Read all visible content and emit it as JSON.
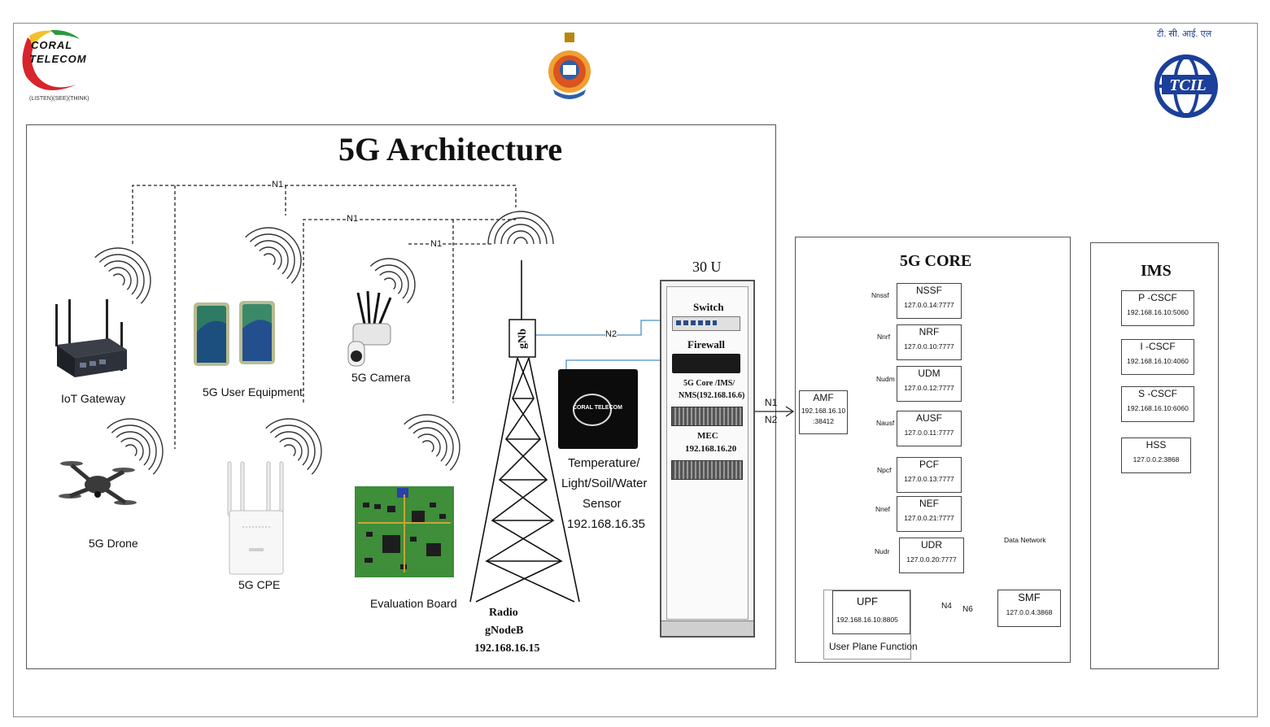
{
  "logos": {
    "coral": {
      "line1": "CORAL",
      "line2": "TELECOM",
      "tagline": "(LISTEN)(SEE)(THINK)"
    },
    "tcil": {
      "hindi": "टी. सी. आई. एल"
    }
  },
  "architecture": {
    "title": "5G Architecture",
    "links": {
      "n1": "N1",
      "n2": "N2"
    },
    "devices": {
      "iot_gateway": "IoT Gateway",
      "ue": "5G User Equipment",
      "camera": "5G Camera",
      "drone": "5G Drone",
      "cpe": "5G CPE",
      "eval_board": "Evaluation Board",
      "sensor": {
        "line1": "Temperature/",
        "line2": "Light/Soil/Water",
        "line3": "Sensor",
        "ip": "192.168.16.35"
      },
      "sensor_box_text": "CORAL TELECOM"
    },
    "gnb": {
      "label": "gNb",
      "line1": "Radio",
      "line2": "gNodeB",
      "ip": "192.168.16.15"
    },
    "rack": {
      "title": "30 U",
      "switch": "Switch",
      "firewall": "Firewall",
      "core_line1": "5G Core /IMS/",
      "core_line2": "NMS(192.168.16.6)",
      "mec_line1": "MEC",
      "mec_line2": "192.168.16.20"
    }
  },
  "core": {
    "title": "5G CORE",
    "amf": {
      "name": "AMF",
      "ip": "192.168.16.10",
      "port": ":38412"
    },
    "n1": "N1",
    "n2": "N2",
    "functions": [
      {
        "iface": "Nnssf",
        "name": "NSSF",
        "ip": "127.0.0.14:7777"
      },
      {
        "iface": "Nnrf",
        "name": "NRF",
        "ip": "127.0.0.10:7777"
      },
      {
        "iface": "Nudm",
        "name": "UDM",
        "ip": "127.0.0.12:7777"
      },
      {
        "iface": "Nausf",
        "name": "AUSF",
        "ip": "127.0.0.11:7777"
      },
      {
        "iface": "Npcf",
        "name": "PCF",
        "ip": "127.0.0.13:7777"
      },
      {
        "iface": "Nnef",
        "name": "NEF",
        "ip": "127.0.0.21:7777"
      },
      {
        "iface": "Nudr",
        "name": "UDR",
        "ip": "127.0.0.20:7777"
      }
    ],
    "upf": {
      "name": "UPF",
      "ip": "192.168.16.10:8805",
      "caption": "User Plane Function"
    },
    "smf": {
      "name": "SMF",
      "ip": "127.0.0.4:3868"
    },
    "n4": "N4",
    "n6": "N6",
    "data_network": "Data Network"
  },
  "ims": {
    "title": "IMS",
    "functions": [
      {
        "name": "P -CSCF",
        "ip": "192.168.16.10:5060"
      },
      {
        "name": "I -CSCF",
        "ip": "192.168.16.10:4060"
      },
      {
        "name": "S -CSCF",
        "ip": "192.168.16.10:6060"
      },
      {
        "name": "HSS",
        "ip": "127.0.0.2:3868"
      }
    ]
  },
  "colors": {
    "link_blue": "#4a8ec9",
    "coral_red": "#d8242b",
    "coral_yellow": "#f2c12e",
    "coral_green": "#2c9a3c",
    "tcil_blue": "#1b3f9a"
  }
}
